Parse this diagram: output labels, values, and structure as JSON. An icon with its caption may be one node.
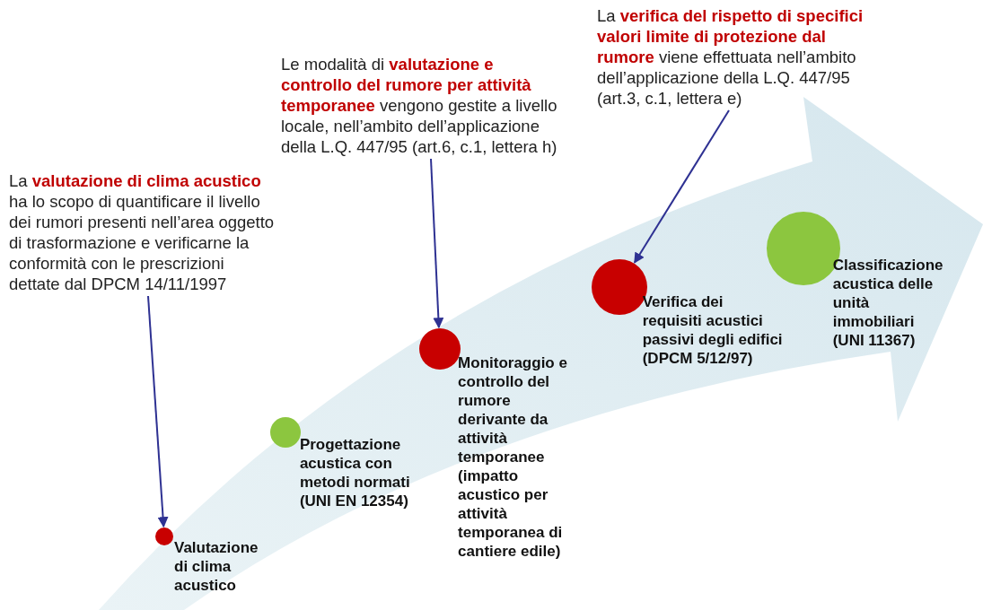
{
  "diagram": {
    "nodes": [
      {
        "text": [
          "La **valutazione di clima acustico** ha lo scopo di quantificare il livello dei rumori presenti nell’area oggetto di trasformazione e verificarne la conformità con le prescrizioni dettate dal DPCM 14/11/1997"
        ]
      },
      {
        "text": [
          "Le modalità di **valutazione e controllo del rumore per attività temporanee** vengono gestite a livello locale, nell’ambito dell’applicazione della L.Q. 447/95 (art.6, c.1, lettera h)"
        ]
      },
      {
        "text": [
          "La **verifica del rispetto di specifici valori limite di protezione dal rumore** viene effettuata nell’ambito dell’applicazione della L.Q. 447/95 (art.3, c.1, lettera e)"
        ]
      },
      {
        "text": [],
        "shape": "circle",
        "beside": [
          "Valutazione di clima acustico"
        ]
      },
      {
        "text": [],
        "shape": "circle",
        "beside": [
          "Progettazione acustica con metodi normati (UNI EN 12354)"
        ]
      },
      {
        "text": [],
        "shape": "circle",
        "beside": [
          "Monitoraggio e controllo del rumore derivante da attività temporanee (impatto acustico per attività temporanea di cantiere edile)"
        ]
      },
      {
        "text": [],
        "shape": "circle",
        "beside": [
          "Verifica dei requisiti acustici passivi degli edifici (DPCM 5/12/97)"
        ]
      },
      {
        "text": [],
        "shape": "circle",
        "beside": [
          "Classificazione acustica delle unità immobiliari (UNI 11367)"
        ]
      }
    ],
    "edges": [
      {
        "from": 0,
        "to": 3,
        "arrow": "to"
      },
      {
        "from": 1,
        "to": 5,
        "arrow": "to"
      },
      {
        "from": 2,
        "to": 6,
        "arrow": "to"
      }
    ]
  }
}
